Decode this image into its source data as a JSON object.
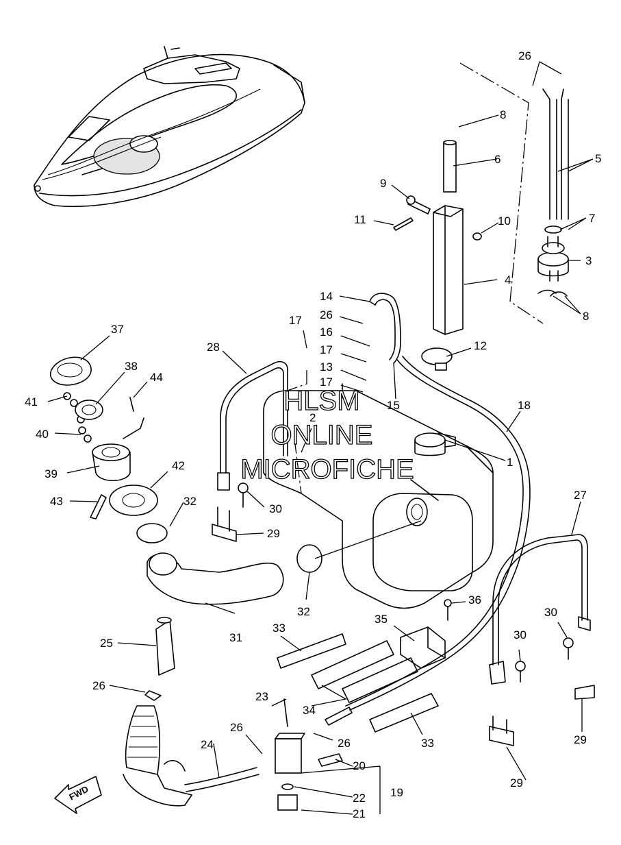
{
  "watermark": {
    "line1": "HLSM",
    "line2": "ONLINE",
    "line3": "MICROFICHE"
  },
  "fwd_label": "FWD",
  "callouts": {
    "c1": "1",
    "c2": "2",
    "c3": "3",
    "c4": "4",
    "c5": "5",
    "c6": "6",
    "c7": "7",
    "c8a": "8",
    "c8b": "8",
    "c9": "9",
    "c10": "10",
    "c11": "11",
    "c12": "12",
    "c13": "13",
    "c14": "14",
    "c15": "15",
    "c16": "16",
    "c17a": "17",
    "c17b": "17",
    "c17c": "17",
    "c18": "18",
    "c19": "19",
    "c20": "20",
    "c21": "21",
    "c22": "22",
    "c23": "23",
    "c24": "24",
    "c25": "25",
    "c26a": "26",
    "c26b": "26",
    "c26c": "26",
    "c26d": "26",
    "c26e": "26",
    "c27": "27",
    "c28": "28",
    "c29a": "29",
    "c29b": "29",
    "c29c": "29",
    "c30a": "30",
    "c30b": "30",
    "c30c": "30",
    "c31": "31",
    "c32a": "32",
    "c32b": "32",
    "c33a": "33",
    "c33b": "33",
    "c34": "34",
    "c35": "35",
    "c36": "36",
    "c37": "37",
    "c38": "38",
    "c39": "39",
    "c40": "40",
    "c41": "41",
    "c42": "42",
    "c43": "43",
    "c44": "44"
  }
}
